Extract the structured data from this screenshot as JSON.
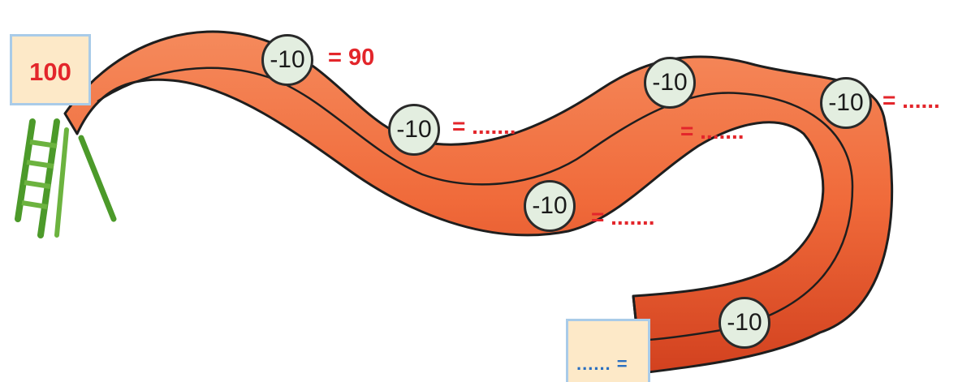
{
  "start": {
    "value": "100"
  },
  "steps": [
    {
      "label": "-10",
      "result": "= 90"
    },
    {
      "label": "-10",
      "result": "= ......."
    },
    {
      "label": "-10",
      "result": "= ......."
    },
    {
      "label": "-10",
      "result": "= ......."
    },
    {
      "label": "-10",
      "result": "= ......"
    },
    {
      "label": "-10",
      "result": ""
    }
  ],
  "end": {
    "answer": "...... ="
  },
  "colors": {
    "slide": "#f06a3a",
    "slide_dark": "#d2411f",
    "outline": "#1e1e1e",
    "ladder": "#6cb33f",
    "box_fill": "#fde9c8",
    "box_border": "#a9cbe8",
    "result_text": "#e3262b",
    "answer_text": "#2a6fc0",
    "circle_fill": "#e3eee0"
  }
}
